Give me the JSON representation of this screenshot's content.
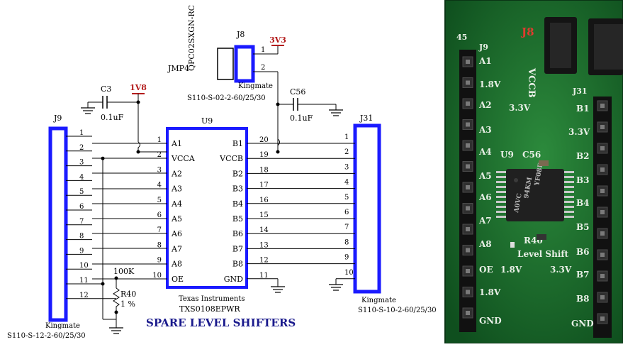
{
  "schematic": {
    "title": "SPARE LEVEL SHIFTERS",
    "jumper": {
      "ref": "J8",
      "part": "QPC02SXGN-RC",
      "label": "JMP4",
      "mfr": "Kingmate",
      "pn": "S110-S-02-2-60/25/30",
      "pins": [
        "1",
        "2"
      ],
      "power": "3V3"
    },
    "cap_left": {
      "ref": "C3",
      "value": "0.1uF",
      "power": "1V8"
    },
    "cap_right": {
      "ref": "C56",
      "value": "0.1uF"
    },
    "ic": {
      "ref": "U9",
      "mfr": "Texas Instruments",
      "pn": "TXS0108EPWR",
      "left_pins": [
        {
          "num": "1",
          "name": "A1"
        },
        {
          "num": "2",
          "name": "VCCA"
        },
        {
          "num": "3",
          "name": "A2"
        },
        {
          "num": "4",
          "name": "A3"
        },
        {
          "num": "5",
          "name": "A4"
        },
        {
          "num": "6",
          "name": "A5"
        },
        {
          "num": "7",
          "name": "A6"
        },
        {
          "num": "8",
          "name": "A7"
        },
        {
          "num": "9",
          "name": "A8"
        },
        {
          "num": "10",
          "name": "OE"
        }
      ],
      "right_pins": [
        {
          "num": "20",
          "name": "B1"
        },
        {
          "num": "19",
          "name": "VCCB"
        },
        {
          "num": "18",
          "name": "B2"
        },
        {
          "num": "17",
          "name": "B3"
        },
        {
          "num": "16",
          "name": "B4"
        },
        {
          "num": "15",
          "name": "B5"
        },
        {
          "num": "14",
          "name": "B6"
        },
        {
          "num": "13",
          "name": "B7"
        },
        {
          "num": "12",
          "name": "B8"
        },
        {
          "num": "11",
          "name": "GND"
        }
      ]
    },
    "header_left": {
      "ref": "J9",
      "mfr": "Kingmate",
      "pn": "S110-S-12-2-60/25/30",
      "pins": [
        "1",
        "2",
        "3",
        "4",
        "5",
        "6",
        "7",
        "8",
        "9",
        "10",
        "11",
        "12"
      ]
    },
    "header_right": {
      "ref": "J31",
      "mfr": "Kingmate",
      "pn": "S110-S-10-2-60/25/30",
      "pins": [
        "1",
        "2",
        "3",
        "4",
        "5",
        "6",
        "7",
        "8",
        "9",
        "10"
      ]
    },
    "resistor": {
      "ref": "R40",
      "value": "100K",
      "tolerance": "1 %"
    }
  },
  "photo": {
    "labels": {
      "j8": "J8",
      "vccb": "VCCB",
      "j9": "J9",
      "j31": "J31",
      "n45": "45",
      "a1": "A1",
      "v18a": "1.8V",
      "a2": "A2",
      "v33a": "3.3V",
      "a3": "A3",
      "v33b": "3.3V",
      "b1": "B1",
      "a4": "A4",
      "u9": "U9",
      "c56": "C56",
      "b2": "B2",
      "a5": "A5",
      "b3": "B3",
      "a6": "A6",
      "b4": "B4",
      "a7": "A7",
      "b5": "B5",
      "r40": "R40",
      "a8": "A8",
      "levelshift": "Level Shift",
      "b6": "B6",
      "oe": "OE",
      "v18b": "1.8V",
      "v33c": "3.3V",
      "b7": "B7",
      "v18c": "1.8V",
      "b8": "B8",
      "gnd_l": "GND",
      "gnd_r": "GND"
    },
    "chip_text": [
      "YF08E",
      "94KM",
      "A0VC"
    ],
    "colors": {
      "board": "#1f6b2e",
      "silk": "#e8efe6",
      "accent": "#d62828",
      "pin": "#222222"
    }
  }
}
